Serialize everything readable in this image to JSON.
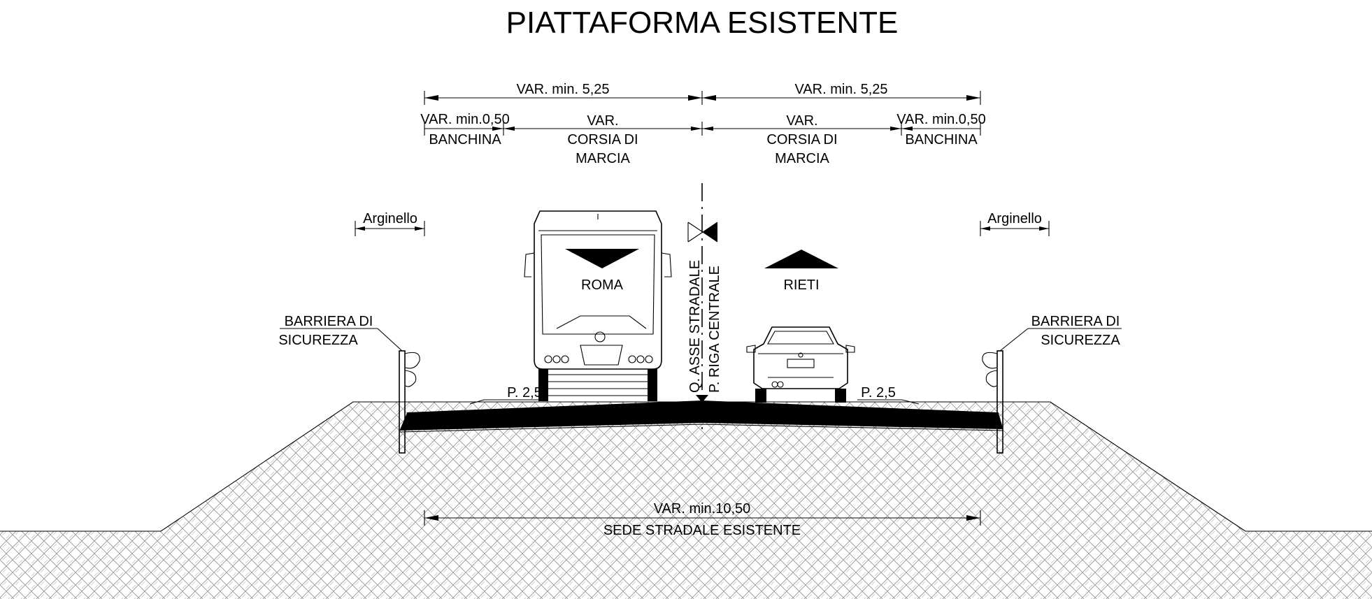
{
  "title": "PIATTAFORMA ESISTENTE",
  "dimensions": {
    "left_half": "VAR. min. 5,25",
    "right_half": "VAR. min. 5,25",
    "left_shoulder": "VAR. min.0,50",
    "right_shoulder": "VAR. min.0,50",
    "left_lane": "VAR.",
    "right_lane": "VAR.",
    "total_width": "VAR. min.10,50"
  },
  "labels": {
    "banchina_left": "BANCHINA",
    "banchina_right": "BANCHINA",
    "lane_left_line1": "CORSIA DI",
    "lane_left_line2": "MARCIA",
    "lane_right_line1": "CORSIA DI",
    "lane_right_line2": "MARCIA",
    "berm_left": "Arginello",
    "berm_right": "Arginello",
    "direction_left": "ROMA",
    "direction_right": "RIETI",
    "axis_line1": "Q. ASSE STRADALE",
    "axis_line2": "P. RIGA CENTRALE",
    "barrier_left_line1": "BARRIERA DI",
    "barrier_left_line2": "SICUREZZA",
    "barrier_right_line1": "BARRIERA DI",
    "barrier_right_line2": "SICUREZZA",
    "slope_left": "P. 2,5",
    "slope_right": "P. 2,5",
    "roadbed": "SEDE STRADALE ESISTENTE"
  },
  "colors": {
    "ink": "#000000",
    "asphalt": "#000000",
    "hatch": "#9a9a9a",
    "background": "#ffffff"
  }
}
